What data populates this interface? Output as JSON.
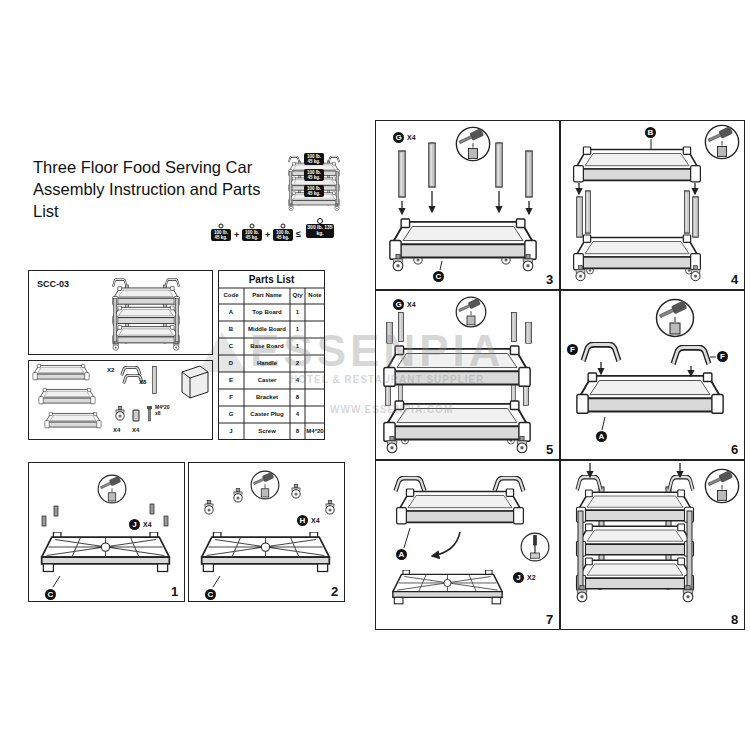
{
  "diagram": {
    "title": "Three Floor Food Serving Car Assembly Instruction and Parts List",
    "nodes": [
      {
        "text": [
          "SCC-03"
        ]
      },
      {
        "text": [
          "Parts List"
        ]
      },
      {
        "text": [
          "X2",
          "X8",
          "X4",
          "X4",
          "M4*20 x8"
        ]
      },
      {
        "text": [
          "1"
        ]
      },
      {
        "text": [
          "J"
        ],
        "in": 3
      },
      {
        "text": [
          "C"
        ],
        "in": 3
      },
      {
        "text": [
          "2"
        ]
      },
      {
        "text": [
          "H"
        ],
        "in": 6
      },
      {
        "text": [
          "C"
        ],
        "in": 6
      },
      {
        "text": [
          "3"
        ]
      },
      {
        "text": [
          "G"
        ],
        "in": 9
      },
      {
        "text": [
          "C"
        ],
        "in": 9
      },
      {
        "text": [
          "4"
        ]
      },
      {
        "text": [
          "B"
        ],
        "in": 12
      },
      {
        "text": [
          "5"
        ]
      },
      {
        "text": [
          "G"
        ],
        "in": 14
      },
      {
        "text": [
          "6"
        ]
      },
      {
        "text": [
          "F"
        ],
        "in": 16
      },
      {
        "text": [
          "F"
        ],
        "in": 16
      },
      {
        "text": [
          "A"
        ],
        "in": 16
      },
      {
        "text": [
          "7"
        ]
      },
      {
        "text": [
          "A"
        ],
        "in": 20
      },
      {
        "text": [
          "J"
        ],
        "in": 20
      },
      {
        "text": [
          "8"
        ]
      }
    ],
    "labels": [
      "100 lb. 45 kg.",
      "100 lb. 45 kg.",
      "100 lb. 45 kg.",
      "100 lb. 45 kg.",
      "+",
      "100 lb. 45 kg.",
      "+",
      "100 lb. 45 kg.",
      "≤",
      "300 lb. 135 kg.",
      "Code",
      "Part Name",
      "Qty",
      "Note",
      "A",
      "Top Board",
      "1",
      "B",
      "Middle Board",
      "1",
      "C",
      "Base Board",
      "1",
      "D",
      "Handle",
      "2",
      "E",
      "Caster",
      "4",
      "F",
      "Bracket",
      "8",
      "G",
      "Caster Plug",
      "4",
      "J",
      "Screw",
      "8",
      "M4*20",
      "X4",
      "X4",
      "X4",
      "X4",
      "X2",
      "ESSENPIA",
      "HOTEL & RESTAURANT SUPPLIER",
      "WWW.ESSENPIA.COM"
    ]
  }
}
